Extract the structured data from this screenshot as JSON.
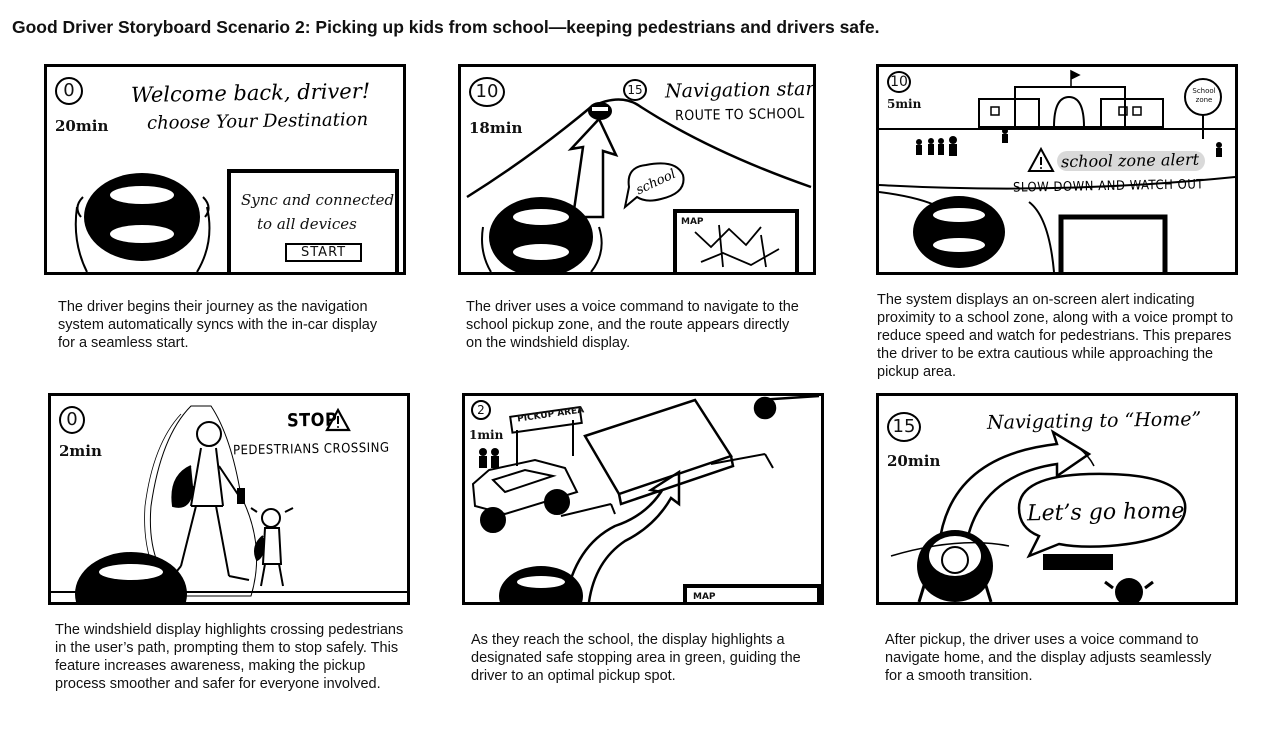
{
  "title": "Good Driver Storyboard Scenario 2: Picking up kids from school—keeping pedestrians and drivers safe.",
  "panels": [
    {
      "badge": "0",
      "time": "20min",
      "heading_line1": "Welcome back, driver!",
      "heading_line2": "choose Your Destination",
      "screen_line1": "Sync and connected",
      "screen_line2": "to all devices",
      "button": "START",
      "caption": "The driver begins their journey as the navigation system automatically syncs with the in-car display for a seamless start."
    },
    {
      "badge": "10",
      "time": "18min",
      "badge2": "15",
      "heading_line1": "Navigation starts",
      "heading_line2": "ROUTE TO SCHOOL",
      "bubble": "school",
      "map_label": "MAP",
      "caption": "The driver uses a voice command to navigate to the school pickup zone, and the route appears directly on the windshield display."
    },
    {
      "badge": "10",
      "time": "5min",
      "sign": "School zone",
      "alert_line1": "school zone alert",
      "alert_line2": "SLOW DOWN AND WATCH OUT",
      "caption": "The system displays an on-screen alert indicating proximity to a school zone, along with a voice prompt to reduce speed and watch for pedestrians. This prepares the driver to be extra cautious while approaching the pickup area."
    },
    {
      "badge": "0",
      "time": "2min",
      "heading_line1": "STOP",
      "heading_line2": "PEDESTRIANS CROSSING",
      "caption": "The windshield display highlights crossing pedestrians in the user’s path, prompting them to stop safely. This feature increases awareness, making the pickup process smoother and safer for everyone involved."
    },
    {
      "badge": "2",
      "time": "1min",
      "sign": "PICKUP AREA",
      "map_label": "MAP",
      "caption": "As they reach the school, the display highlights a designated safe stopping area in green, guiding the driver to an optimal pickup spot."
    },
    {
      "badge": "15",
      "time": "20min",
      "heading_line1": "Navigating to “Home”",
      "bubble": "Let’s go home",
      "caption": "After pickup, the driver uses a voice command to navigate home, and the display adjusts seamlessly for a smooth transition."
    }
  ]
}
